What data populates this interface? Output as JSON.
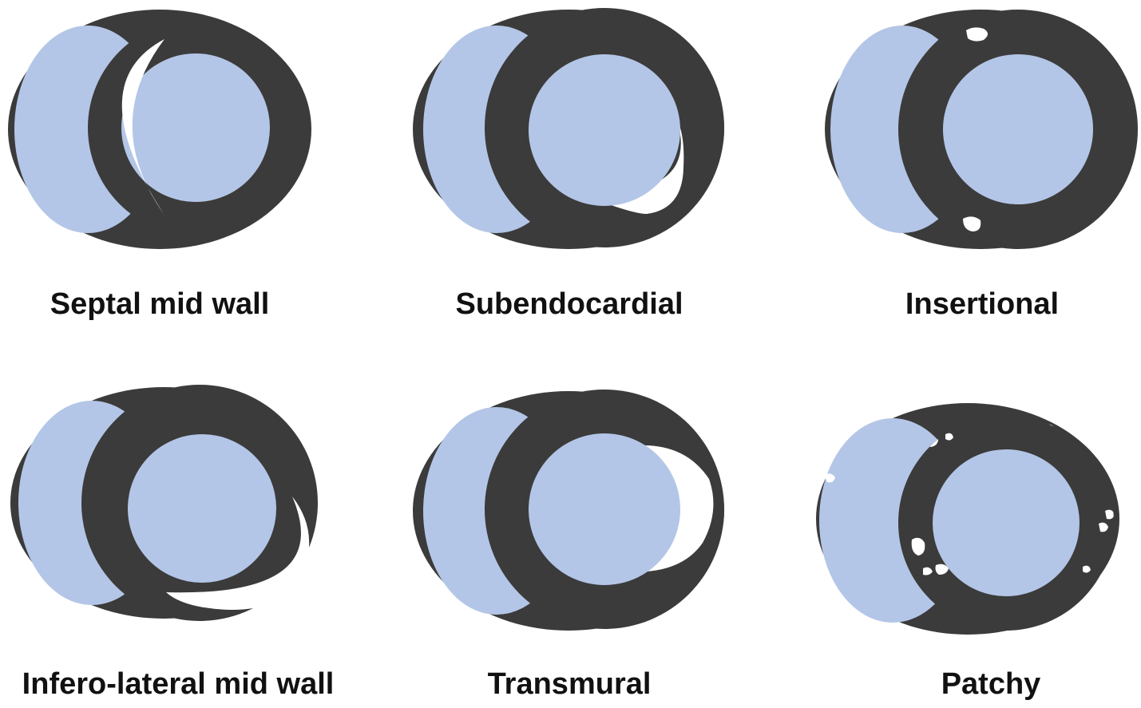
{
  "colors": {
    "myocardium": "#3b3b3b",
    "cavity": "#b4c6e7",
    "enhancement": "#ffffff",
    "label": "#111111"
  },
  "panels": [
    {
      "label": "Septal mid wall"
    },
    {
      "label": "Subendocardial"
    },
    {
      "label": "Insertional"
    },
    {
      "label": "Infero-lateral mid wall"
    },
    {
      "label": "Transmural"
    },
    {
      "label": "Patchy"
    }
  ]
}
